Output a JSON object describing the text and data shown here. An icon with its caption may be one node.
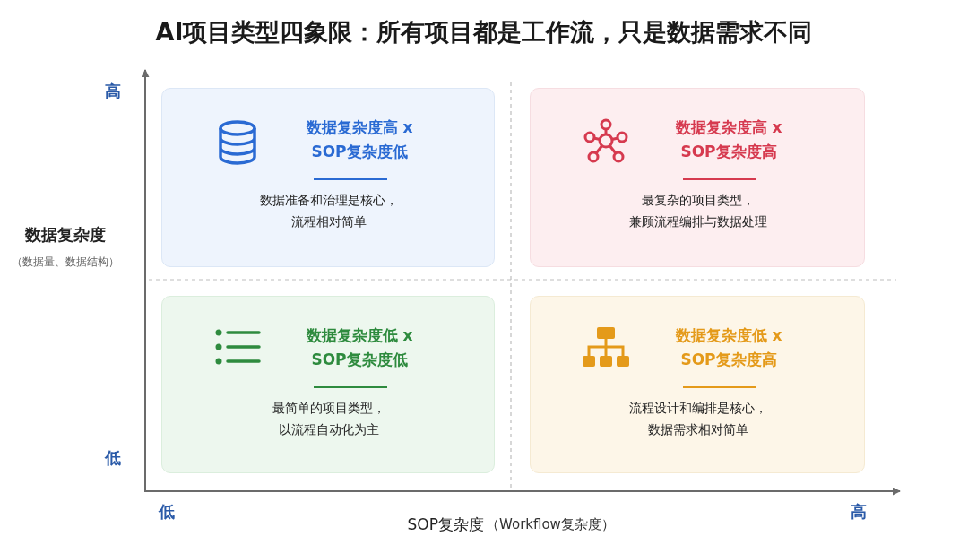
{
  "diagram": {
    "title": "AI项目类型四象限：所有项目都是工作流，只是数据需求不同",
    "nodes": [
      {
        "text": [
          "数据复杂度高 x SOP复杂度低",
          "数据准备和治理是核心，流程相对简单"
        ]
      },
      {
        "text": [
          "数据复杂度高 x SOP复杂度高",
          "最复杂的项目类型，兼顾流程编排与数据处理"
        ]
      },
      {
        "text": [
          "数据复杂度低 x SOP复杂度低",
          "最简单的项目类型，以流程自动化为主"
        ]
      },
      {
        "text": [
          "数据复杂度低 x SOP复杂度高",
          "流程设计和编排是核心，数据需求相对简单"
        ]
      }
    ],
    "labels": [
      "高",
      "数据复杂度",
      "（数据量、数据结构）",
      "低",
      "低",
      "高",
      "SOP复杂度",
      "（Workflow复杂度）"
    ]
  }
}
